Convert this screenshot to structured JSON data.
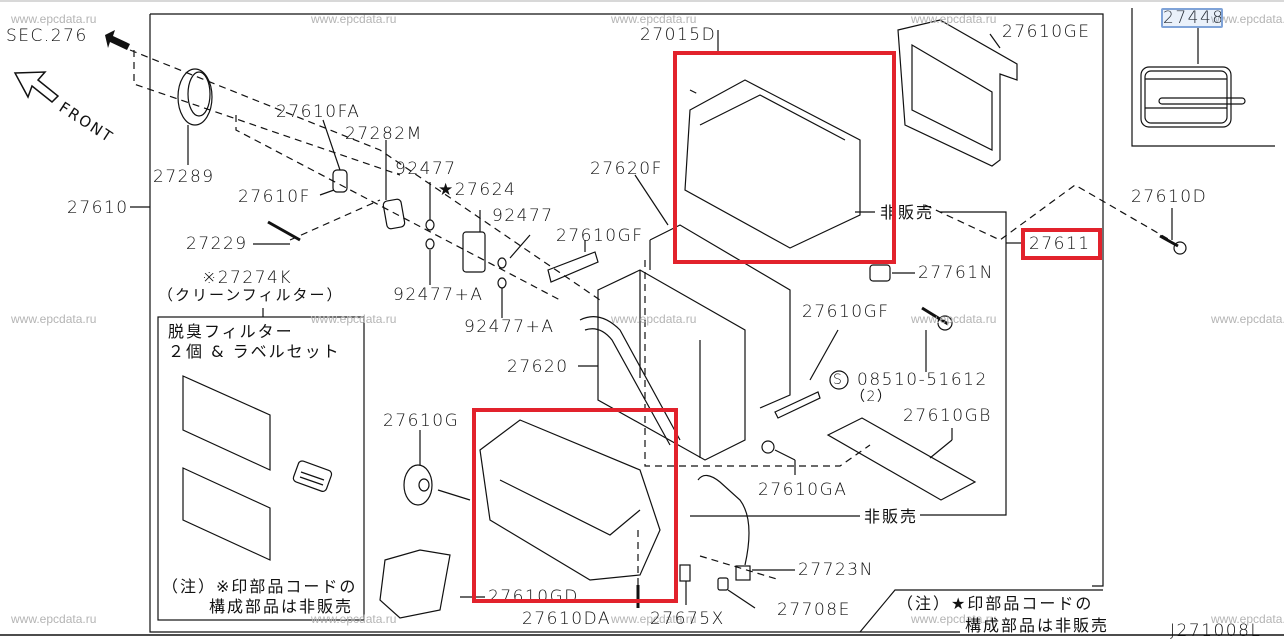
{
  "diagram": {
    "code": "J271008L",
    "section_ref": "SEC.276",
    "direction_label": "FRONT",
    "accent_color": "#e2222c",
    "selection_color": "#7fa3d8",
    "watermark": "www.epcdata.ru",
    "labels": {
      "p27289": "27289",
      "p27610": "27610",
      "p27610FA": "27610FA",
      "p27282M": "27282M",
      "p27610F": "27610F",
      "p27229": "27229",
      "p92477_a": "92477",
      "p92477_b": "92477",
      "p92477A_a": "92477+A",
      "p92477A_b": "92477+A",
      "p27624": "★27624",
      "p27274K": "※27274K",
      "p27274K_sub": "（クリーンフィルター）",
      "p27015D": "27015D",
      "p27610GE": "27610GE",
      "p27620F": "27620F",
      "p27610GF_a": "27610GF",
      "p27610GF_b": "27610GF",
      "p27610D": "27610D",
      "p27611": "27611",
      "p27761N": "27761N",
      "p27620": "27620",
      "p08510": "08510-51612",
      "p08510_qty": "（2）",
      "screw_symbol": "S",
      "p27610G": "27610G",
      "p27610GB": "27610GB",
      "p27610GA": "27610GA",
      "p27723N": "27723N",
      "p27708E": "27708E",
      "p27610GD": "27610GD",
      "p27610DA": "27610DA",
      "p27675X": "27675X",
      "p27448": "27448",
      "not_sold_1": "非販売",
      "not_sold_2": "非販売"
    },
    "filter_box": {
      "line1": "脱臭フィルター",
      "line2": "２個 & ラベルセット",
      "note_line1": "（注）※印部品コードの",
      "note_line2": "構成部品は非販売"
    },
    "footer_note": {
      "line1": "（注）★印部品コードの",
      "line2": "構成部品は非販売"
    },
    "highlighted_parts": [
      "27015D",
      "27611",
      "27610GD"
    ],
    "selected_part": "27448"
  }
}
